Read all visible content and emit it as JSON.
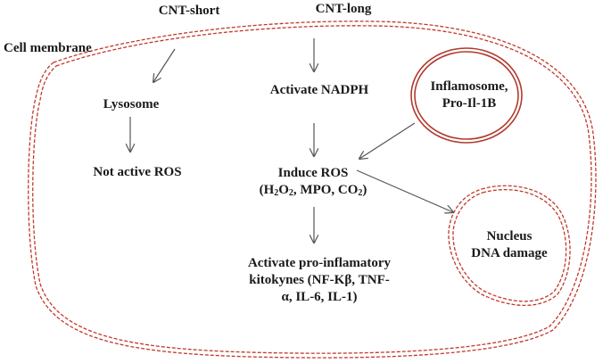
{
  "labels": {
    "cnt_short": "CNT-short",
    "cnt_long": "CNT-long",
    "cell_membrane": "Cell membrane",
    "lysosome": "Lysosome",
    "not_active_ros": "Not active ROS",
    "activate_nadph": "Activate NADPH",
    "inflamosome_line1": "Inflamosome,",
    "inflamosome_line2": "Pro-Il-1B",
    "induce_ros": "Induce ROS",
    "ros_species": {
      "h2o2_base": "H",
      "h2o2_sub1": "2",
      "h2o2_mid": "O",
      "h2o2_sub2": "2",
      "mpo": ", MPO, ",
      "co2_base": "CO",
      "co2_sub": "2",
      "open": "(",
      "close": ")"
    },
    "nucleus_line1": "Nucleus",
    "nucleus_line2": "DNA damage",
    "cytokines_line1": "Activate pro-inflamatory",
    "cytokines_line2": "kitokynes (NF-Kβ, TNF-",
    "cytokines_line3": "α, IL-6, IL-1)"
  },
  "colors": {
    "membrane": "#c0392b",
    "arrow": "#555555",
    "text": "#1a1a1a"
  }
}
